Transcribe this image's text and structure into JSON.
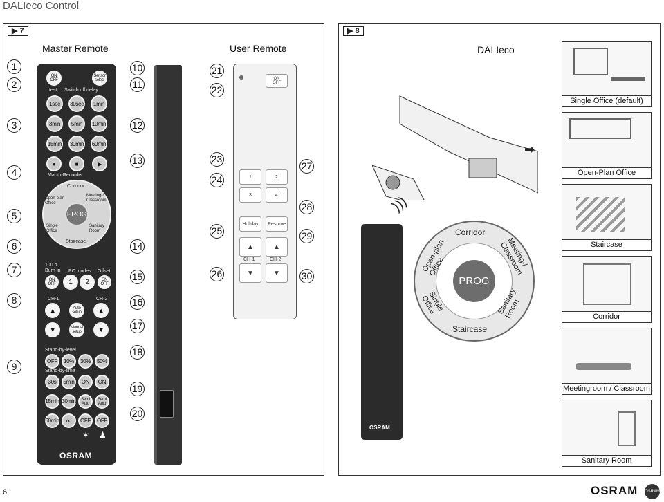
{
  "doc_title": "DALIeco Control",
  "page_number": "6",
  "brand": "OSRAM",
  "left_panel": {
    "page_tag": "▶ 7",
    "master_title": "Master Remote",
    "user_title": "User Remote",
    "callouts": [
      "1",
      "2",
      "3",
      "4",
      "5",
      "6",
      "7",
      "8",
      "9",
      "10",
      "11",
      "12",
      "13",
      "14",
      "15",
      "16",
      "17",
      "18",
      "19",
      "20",
      "21",
      "22",
      "23",
      "24",
      "25",
      "26",
      "27",
      "28",
      "29",
      "30"
    ],
    "master": {
      "on_off": "ON\nOFF",
      "sensor_select": "Sensor\nselect",
      "test": "test",
      "switch_off_delay": "Switch off delay",
      "times_row1": [
        "1sec",
        "30sec",
        "1min"
      ],
      "times_row2": [
        "3min",
        "5min",
        "10min"
      ],
      "times_row3": [
        "15min",
        "30min",
        "60min"
      ],
      "macro_recorder": "Macro-Recorder",
      "dial_corridor": "Corridor",
      "dial_meeting": "Meeting-/\nClassroom",
      "dial_open_plan": "Open-plan\nOffice",
      "dial_single": "Single\nOffice",
      "dial_sanitary": "Sanitary\nRoom",
      "dial_staircase": "Staircase",
      "prog": "PROG",
      "burn_in": "100 h\nBurn-in",
      "pc_modes": "PC modes",
      "offset": "Offset",
      "on_off_small": "ON\nOFF",
      "pc_1": "1",
      "pc_2": "2",
      "ch1": "CH-1",
      "ch2": "CH-2",
      "auto_setup": "Auto\nsetup",
      "manual_setup": "Manual\nsetup",
      "standby_level": "Stand-by-level",
      "levels": [
        "OFF",
        "10%",
        "30%",
        "50%"
      ],
      "standby_time": "Stand-by-time",
      "row_a": [
        "30s",
        "5min",
        "ON",
        "ON"
      ],
      "row_b": [
        "15min",
        "30min",
        "Semi\nAuto",
        "Semi\nAuto"
      ],
      "row_c": [
        "60min",
        "∞",
        "OFF",
        "OFF"
      ],
      "brand": "OSRAM"
    },
    "user": {
      "on_off": "ON\nOFF",
      "btn_1": "1",
      "btn_2": "2",
      "btn_3": "3",
      "btn_4": "4",
      "holiday": "Holiday",
      "resume": "Resume",
      "ch1": "CH-1",
      "ch2": "CH-2"
    }
  },
  "right_panel": {
    "page_tag": "▶ 8",
    "title": "DALIeco",
    "dial": {
      "corridor": "Corridor",
      "meeting": "Meeting-/\nClassroom",
      "open_plan": "Open-plan\nOffice",
      "single": "Single\nOffice",
      "sanitary": "Sanitary\nRoom",
      "staircase": "Staircase",
      "prog": "PROG"
    },
    "rooms": [
      "Single Office (default)",
      "Open-Plan Office",
      "Staircase",
      "Corridor",
      "Meetingroom / Classroom",
      "Sanitary Room"
    ]
  }
}
